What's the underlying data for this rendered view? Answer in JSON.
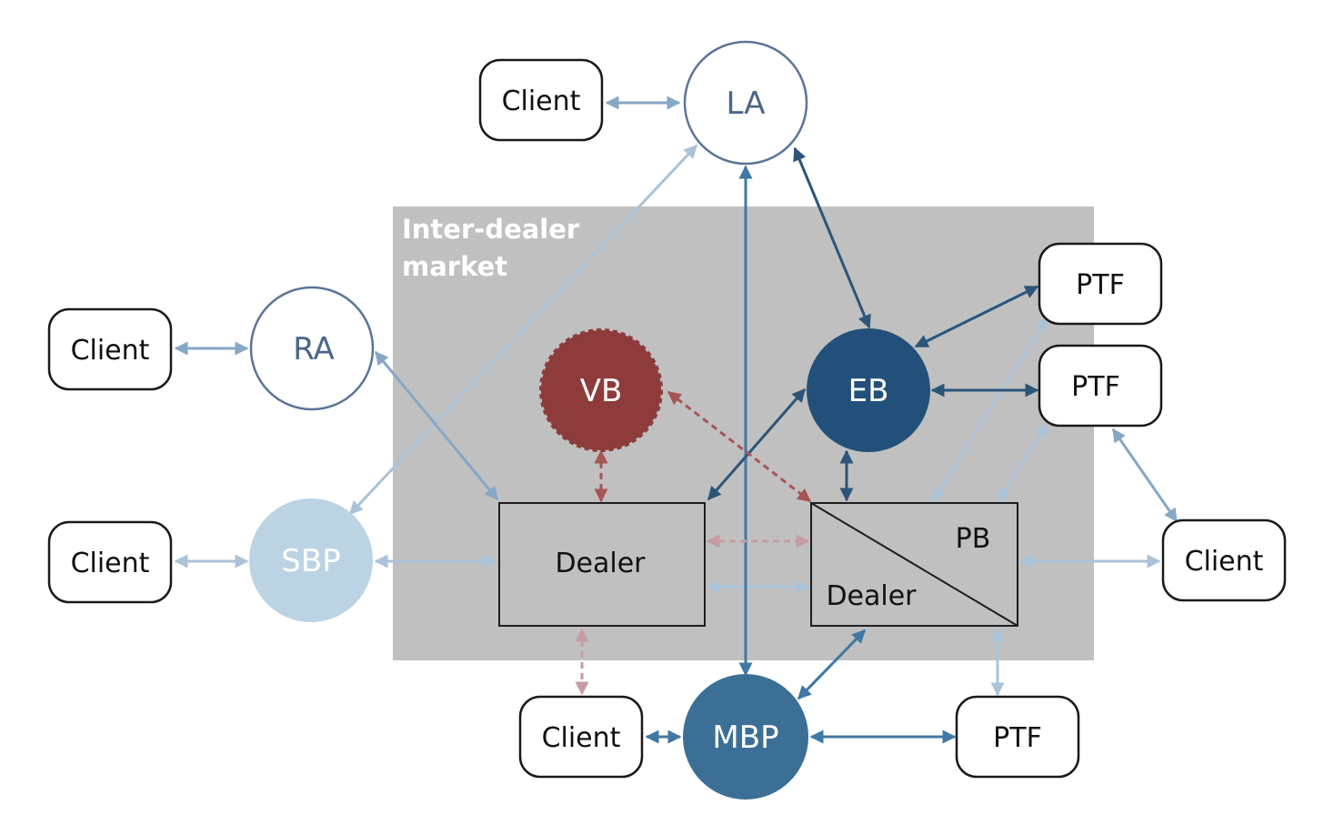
{
  "diagram": {
    "market_label_line1": "Inter-dealer",
    "market_label_line2": "market",
    "nodes": {
      "la": "LA",
      "ra": "RA",
      "sbp": "SBP",
      "vb": "VB",
      "eb": "EB",
      "mbp": "MBP"
    },
    "boxes": {
      "client_top": "Client",
      "client_left_ra": "Client",
      "client_left_sbp": "Client",
      "client_bottom": "Client",
      "client_right": "Client",
      "ptf_top": "PTF",
      "ptf_mid": "PTF",
      "ptf_bottom": "PTF"
    },
    "dealer_box": "Dealer",
    "pb_dealer_box": {
      "pb": "PB",
      "dealer": "Dealer"
    }
  },
  "colors": {
    "market_bg": "#c0c0c0",
    "la_ra_stroke": "#5a7499",
    "sbp_fill": "#bcd3e4",
    "vb_fill": "#8e3b3b",
    "eb_fill": "#22507a",
    "mbp_fill": "#3c6f96",
    "arrow_light": "#a9c3d9",
    "arrow_mid": "#86a7c6",
    "arrow_dark": "#2c5579",
    "arrow_mbp": "#3f78a4",
    "arrow_red": "#a85555",
    "arrow_pink": "#c69ca0"
  }
}
